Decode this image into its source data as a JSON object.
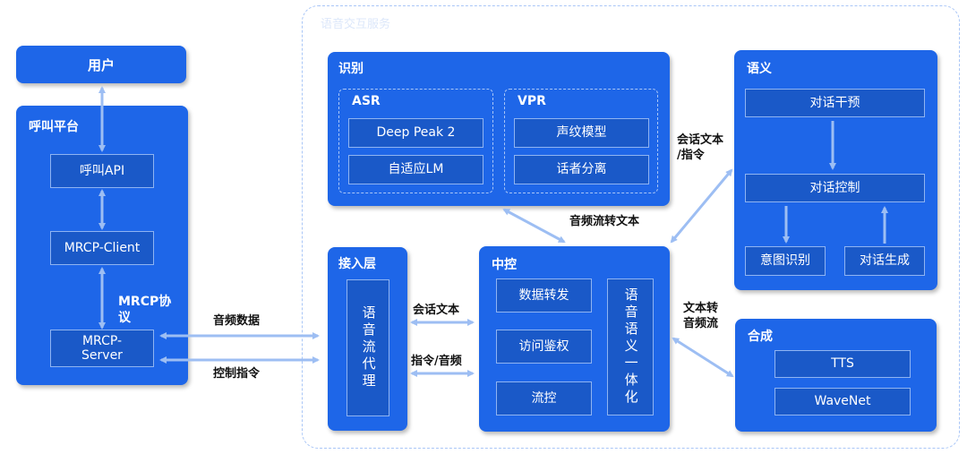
{
  "user": {
    "label": "用户"
  },
  "call_platform": {
    "title": "呼叫平台",
    "call_api": "呼叫API",
    "mrcp_client": "MRCP-Client",
    "mrcp_server": "MRCP-\nServer",
    "mrcp_protocol": "MRCP协\n议"
  },
  "outer_group": {
    "title": "语音交互服务"
  },
  "recognition": {
    "title": "识别",
    "asr": {
      "title": "ASR",
      "items": [
        "Deep Peak 2",
        "自适应LM"
      ]
    },
    "vpr": {
      "title": "VPR",
      "items": [
        "声纹模型",
        "话者分离"
      ]
    }
  },
  "semantic": {
    "title": "语义",
    "dialog_intervention": "对话干预",
    "dialog_control": "对话控制",
    "intent_recognition": "意图识别",
    "dialog_generation": "对话生成"
  },
  "access_layer": {
    "title": "接入层",
    "proxy": "语音流代理"
  },
  "central_control": {
    "title": "中控",
    "data_forwarding": "数据转发",
    "access_auth": "访问鉴权",
    "flow_control": "流控",
    "integration": "语音语义一体化"
  },
  "synthesis": {
    "title": "合成",
    "tts": "TTS",
    "wavenet": "WaveNet"
  },
  "edge_labels": {
    "audio_data": "音频数据",
    "control_cmd": "控制指令",
    "session_text": "会话文本",
    "cmd_audio": "指令/音频",
    "audio_to_text": "音频流转文本",
    "session_text_cmd": "会话文本\n/指令",
    "text_to_audio": "文本转\n音频流"
  },
  "colors": {
    "block": "#1E66E8",
    "inner_box": "#1A59C8",
    "arrow": "#9DBEF3"
  }
}
